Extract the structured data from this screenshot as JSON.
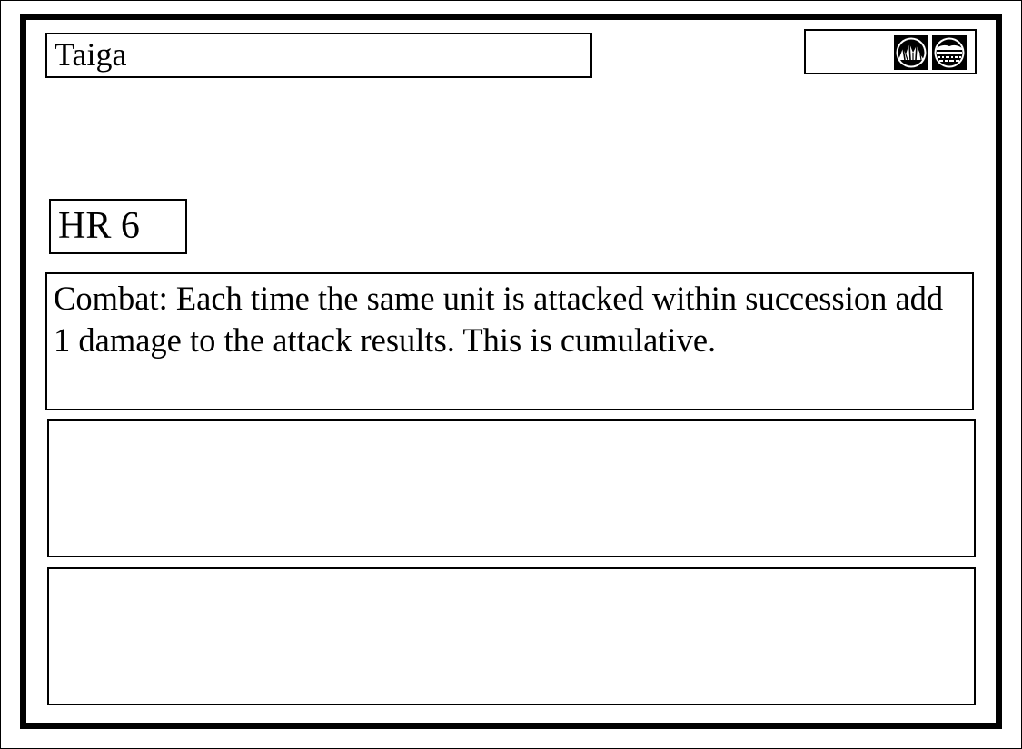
{
  "card": {
    "title": "Taiga",
    "hr_label": "HR 6",
    "rule_text": "Combat: Each time the same unit is attacked within succession add 1 damage to the attack results. This is cumulative.",
    "icons": [
      "mountain-icon",
      "landscape-icon"
    ],
    "colors": {
      "ink": "#000000",
      "paper": "#ffffff"
    }
  }
}
